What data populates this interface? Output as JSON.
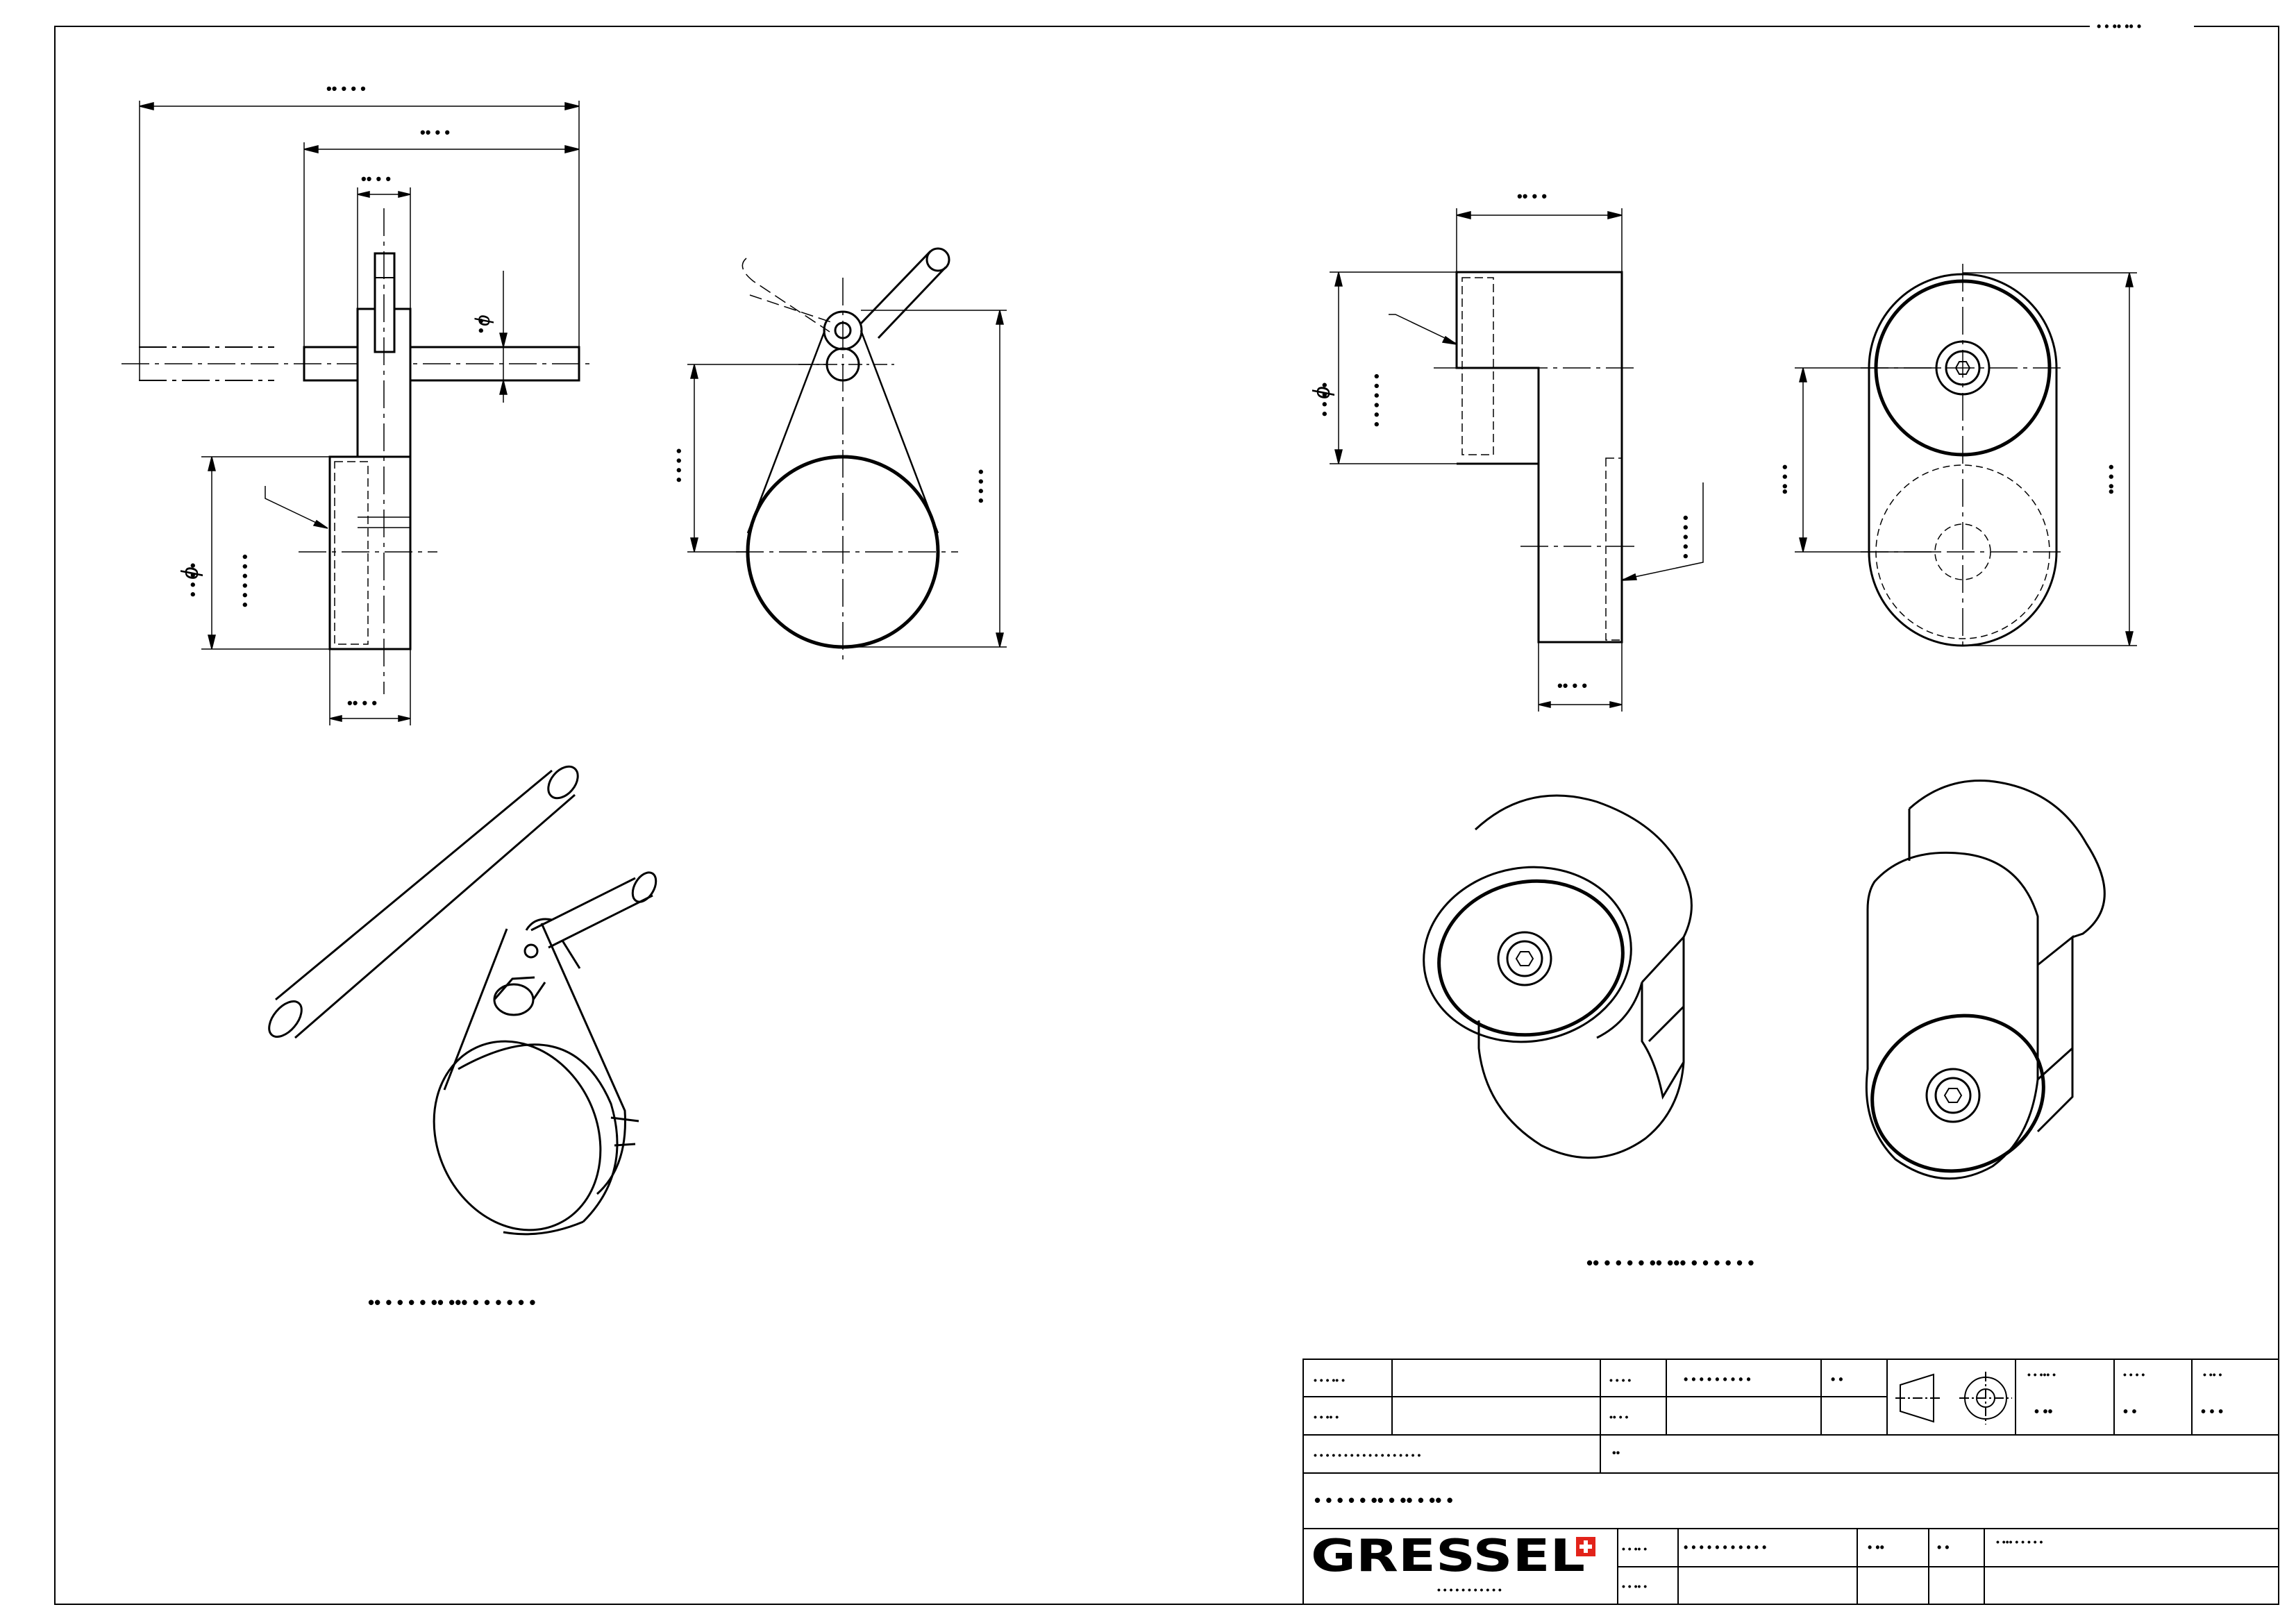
{
  "sheet": {
    "corner_mark": "• • •• •• •",
    "title_block": {
      "r1_label_a": "• • • •• •",
      "r1_label_b": "• • • •",
      "r1_value_b": "• • • • • • • • •",
      "r1_small": "• •",
      "r2_label_a": "• • •• •",
      "r2_label_b": "•• • •",
      "r3_label": "• • • • • • • • • • • • • • • • • •",
      "r3_value": "••",
      "main_title": "•  •  •  •  •  ••  •  ••  •  ••  •",
      "scale_h1": "• • ••• •",
      "scale_v1": "• ••",
      "scale_h2": "• • •  •",
      "scale_v2": "• •",
      "sheet_h3": "• •• •",
      "sheet_v3": "• • •",
      "logo_text": "GRESSEL",
      "logo_tagline": "• • • • • • • • • • •",
      "b1_label": "• • •• •",
      "b1_value": "• • • • • • • • • • •",
      "b1_c3": "• ••",
      "b1_c4": "• •",
      "b1_note": "• ••• • • •  • •",
      "b2_label": "• • •• •"
    },
    "dims_left": {
      "top_long": "•• • • •",
      "top_mid": "•• • •",
      "top_short": "•• • •",
      "phi_small": "• •",
      "phi_small_sym": "ϕ",
      "dia_sym": "ϕ",
      "dia_left": "• • • •",
      "dia_left_note": "• • • • • •",
      "bottom": "•• • •",
      "side_left": "• • • •",
      "side_right": "• • • •"
    },
    "dims_right": {
      "top": "•• • •",
      "dia_sym": "ϕ",
      "dia_left": "• • • •",
      "dia_left_note": "• • • • • •",
      "note_right": "• • • • •",
      "bottom": "•• • •",
      "height_left": "•• • •",
      "height_right": "•• • •"
    },
    "captions": {
      "iso_left": "•• • • • • •• ••• • • • • • •",
      "iso_right": "•• • • • • •• ••• • • • • • •"
    },
    "colors": {
      "line": "#000000",
      "paper": "#ffffff",
      "logo_red": "#e2231a"
    }
  }
}
